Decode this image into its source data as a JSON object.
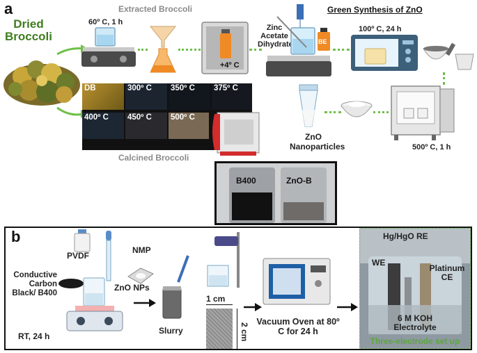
{
  "panel_a": {
    "letter": "a",
    "dried_broccoli": "Dried Broccoli",
    "extracted_title": "Extracted Broccoli",
    "green_title": "Green Synthesis of ZnO",
    "step1": "60º C, 1 h",
    "fridge_temp": "+4º C",
    "zinc_label": "Zinc Acetate Dihydrate",
    "be_label": "BE",
    "microwave_label": "100º C, 24 h",
    "furnace_label": "500º C, 1 h",
    "zno_label": "ZnO Nanoparticles",
    "calcined_title": "Calcined Broccoli",
    "tiles": [
      "DB",
      "300º C",
      "350º C",
      "375º C",
      "400º C",
      "450º C",
      "500º C"
    ],
    "photo_labels": [
      "B400",
      "ZnO-B"
    ]
  },
  "panel_b": {
    "letter": "b",
    "pvdf": "PVDF",
    "nmp": "NMP",
    "carbon": "Conductive Carbon Black/ B400",
    "zno_nps": "ZnO NPs",
    "rt": "RT, 24 h",
    "slurry": "Slurry",
    "width": "1 cm",
    "height": "2 cm",
    "oven": "Vacuum Oven at 80º C for 24 h",
    "re": "Hg/HgO RE",
    "we": "WE",
    "ce": "Platinum CE",
    "electrolyte": "6 M KOH Electrolyte",
    "setup": "Three-electrode set up"
  },
  "colors": {
    "accent_green": "#6fbf48",
    "setup_green": "#5aa83a",
    "orange": "#f08a24"
  }
}
